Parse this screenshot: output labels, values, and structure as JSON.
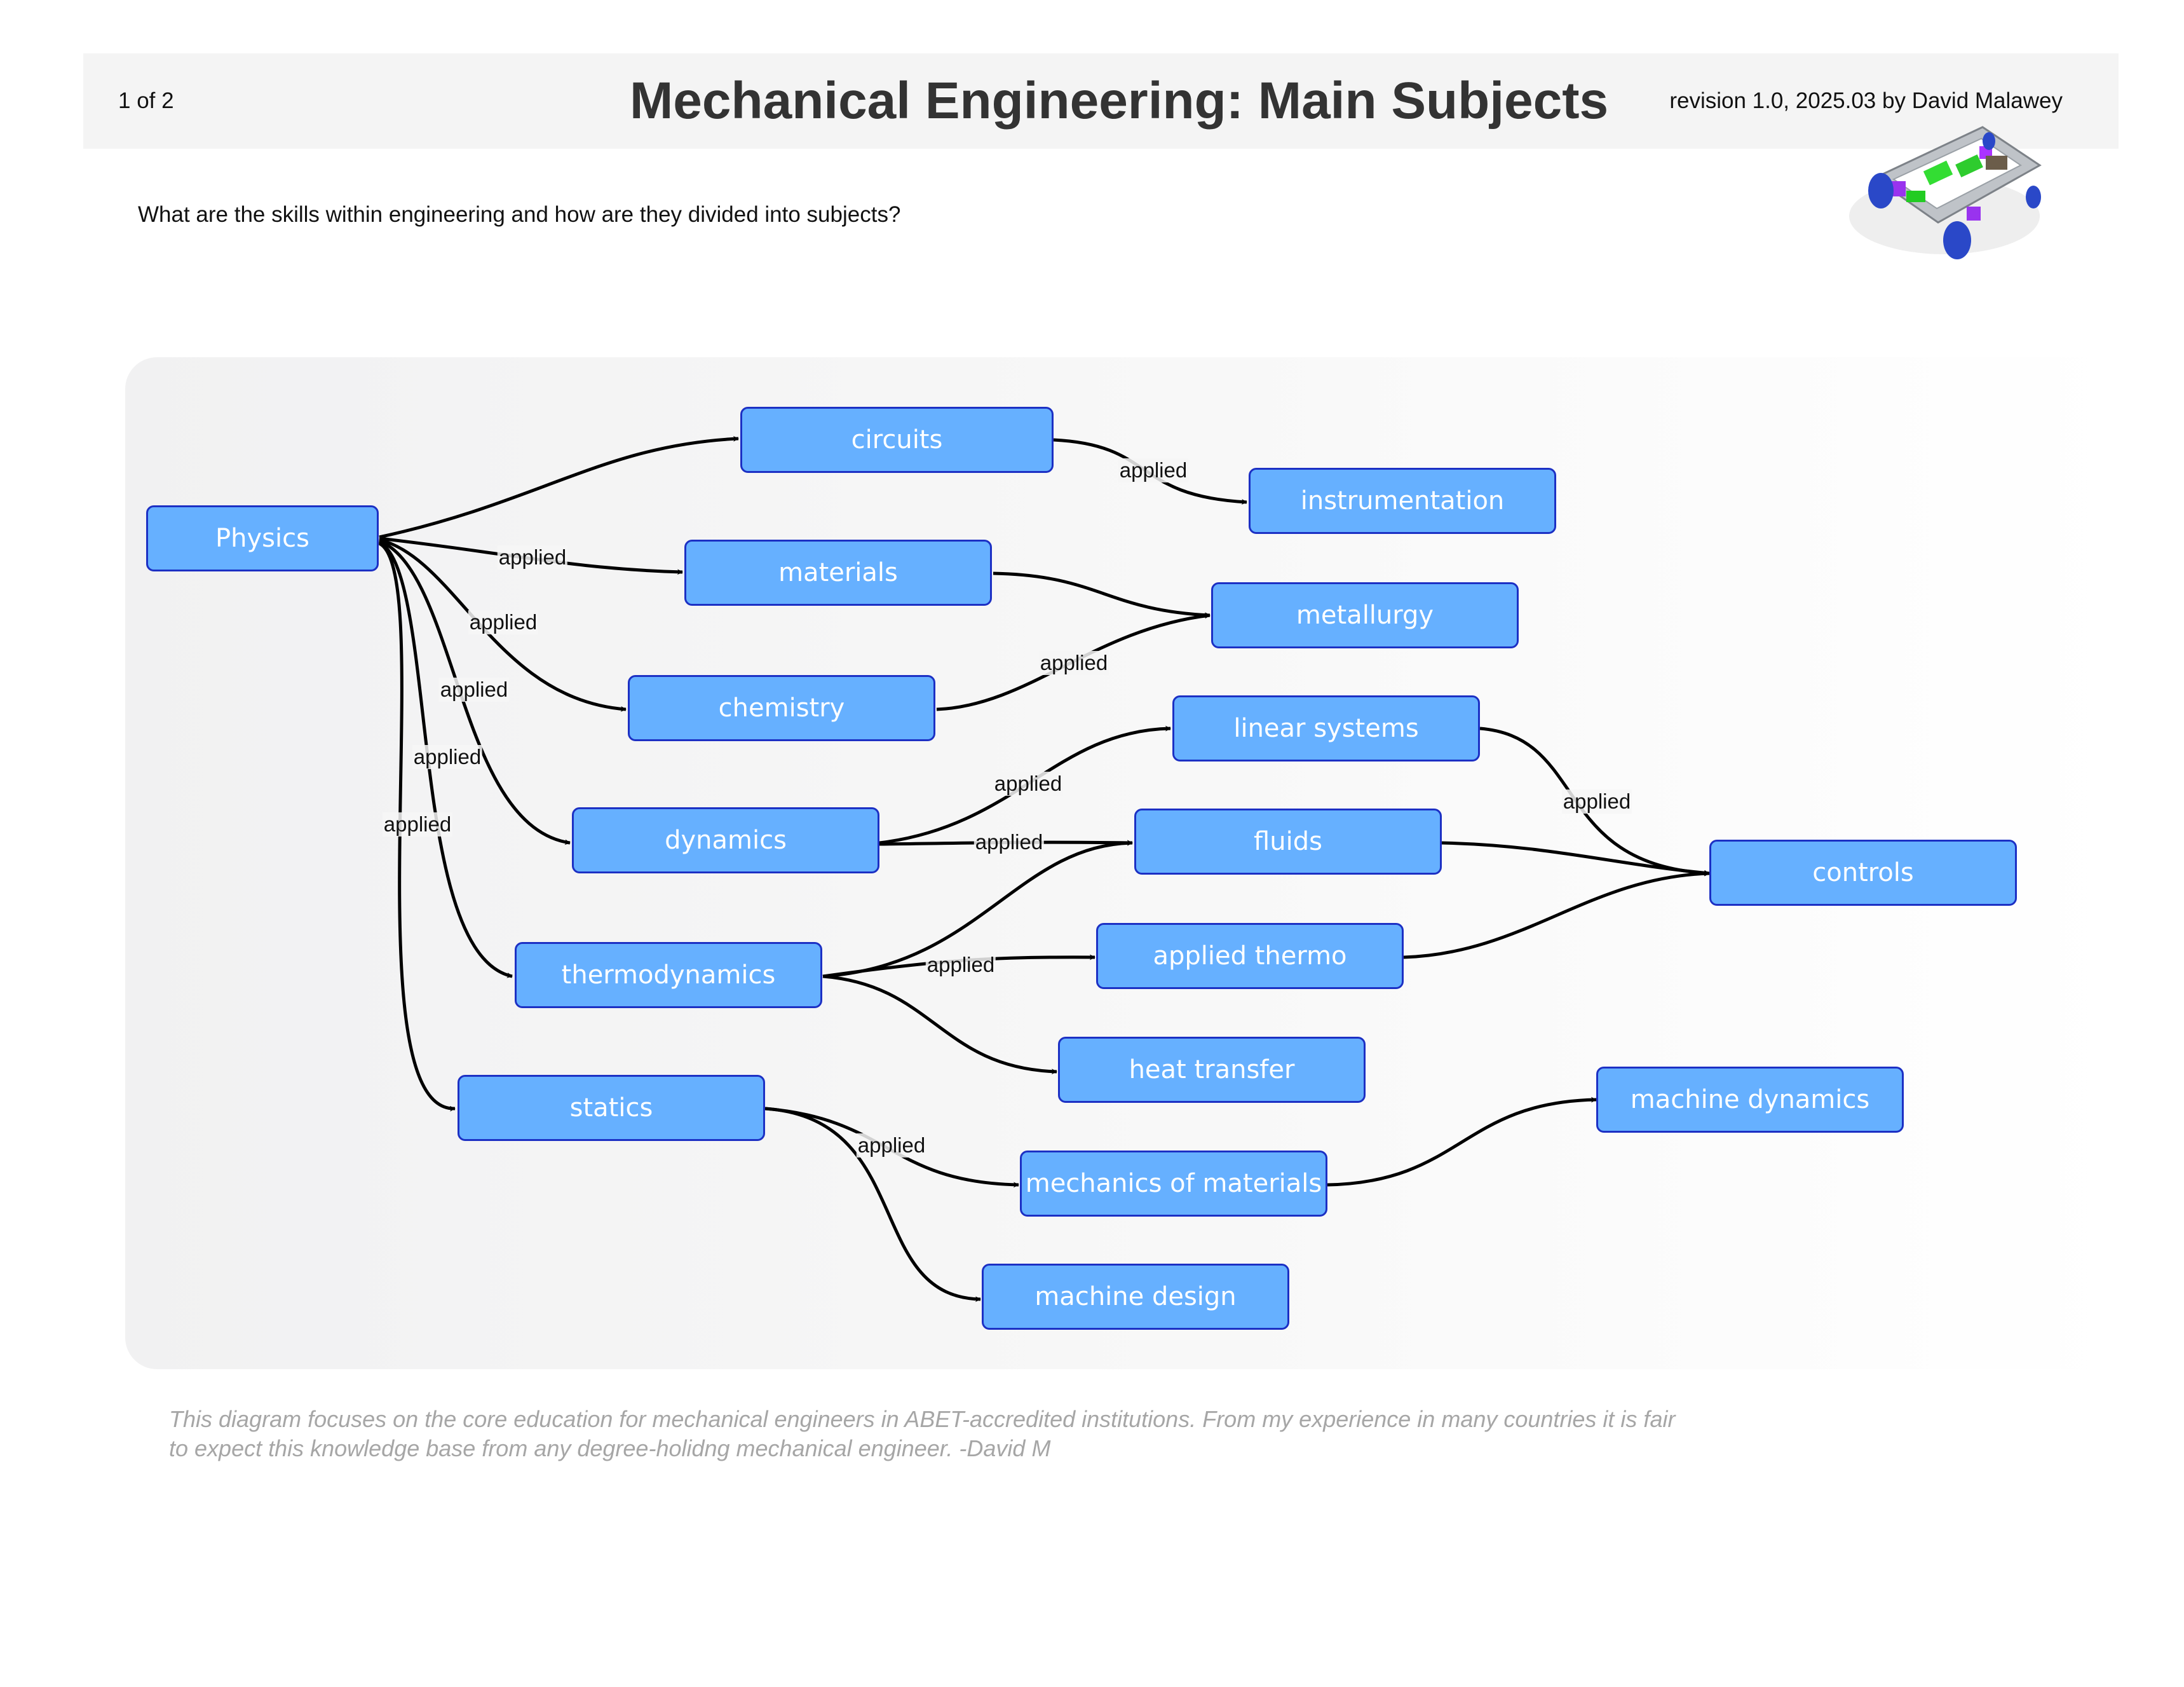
{
  "header": {
    "page": "1 of 2",
    "title": "Mechanical Engineering: Main Subjects",
    "revision": "revision 1.0, 2025.03 by David Malawey"
  },
  "question": "What are the skills within engineering and how are they divided into subjects?",
  "logo": {
    "icon": "robot-cart-icon",
    "description_visible": false
  },
  "nodes": {
    "physics": "Physics",
    "circuits": "circuits",
    "instrumentation": "instrumentation",
    "materials": "materials",
    "metallurgy": "metallurgy",
    "chemistry": "chemistry",
    "linear_systems": "linear systems",
    "dynamics": "dynamics",
    "fluids": "fluids",
    "controls": "controls",
    "thermodynamics": "thermodynamics",
    "applied_thermo": "applied thermo",
    "heat_transfer": "heat transfer",
    "statics": "statics",
    "machine_dynamics": "machine dynamics",
    "mechanics_of_materials": "mechanics of materials",
    "machine_design": "machine design"
  },
  "edge_label": "applied",
  "edges": [
    {
      "from": "Physics",
      "to": "circuits",
      "label": ""
    },
    {
      "from": "Physics",
      "to": "materials",
      "label": "applied"
    },
    {
      "from": "Physics",
      "to": "chemistry",
      "label": "applied"
    },
    {
      "from": "Physics",
      "to": "dynamics",
      "label": "applied"
    },
    {
      "from": "Physics",
      "to": "thermodynamics",
      "label": "applied"
    },
    {
      "from": "Physics",
      "to": "statics",
      "label": "applied"
    },
    {
      "from": "circuits",
      "to": "instrumentation",
      "label": "applied"
    },
    {
      "from": "materials",
      "to": "metallurgy",
      "label": ""
    },
    {
      "from": "chemistry",
      "to": "metallurgy",
      "label": "applied"
    },
    {
      "from": "dynamics",
      "to": "linear systems",
      "label": "applied"
    },
    {
      "from": "dynamics",
      "to": "fluids",
      "label": "applied"
    },
    {
      "from": "thermodynamics",
      "to": "fluids",
      "label": ""
    },
    {
      "from": "thermodynamics",
      "to": "applied thermo",
      "label": "applied"
    },
    {
      "from": "thermodynamics",
      "to": "heat transfer",
      "label": ""
    },
    {
      "from": "linear systems",
      "to": "controls",
      "label": "applied"
    },
    {
      "from": "fluids",
      "to": "controls",
      "label": ""
    },
    {
      "from": "applied thermo",
      "to": "controls",
      "label": ""
    },
    {
      "from": "statics",
      "to": "mechanics of materials",
      "label": "applied"
    },
    {
      "from": "statics",
      "to": "machine design",
      "label": ""
    },
    {
      "from": "mechanics of materials",
      "to": "machine dynamics",
      "label": ""
    }
  ],
  "footnote": "This diagram focuses on the core education for mechanical engineers in ABET-accredited institutions.  From my experience in many countries it is fair to expect this knowledge base from any degree-holidng mechanical engineer. -David M",
  "colors": {
    "node_fill": "#66b0ff",
    "node_border": "#1c30c4",
    "node_text": "#ffffff",
    "edge": "#000000"
  }
}
